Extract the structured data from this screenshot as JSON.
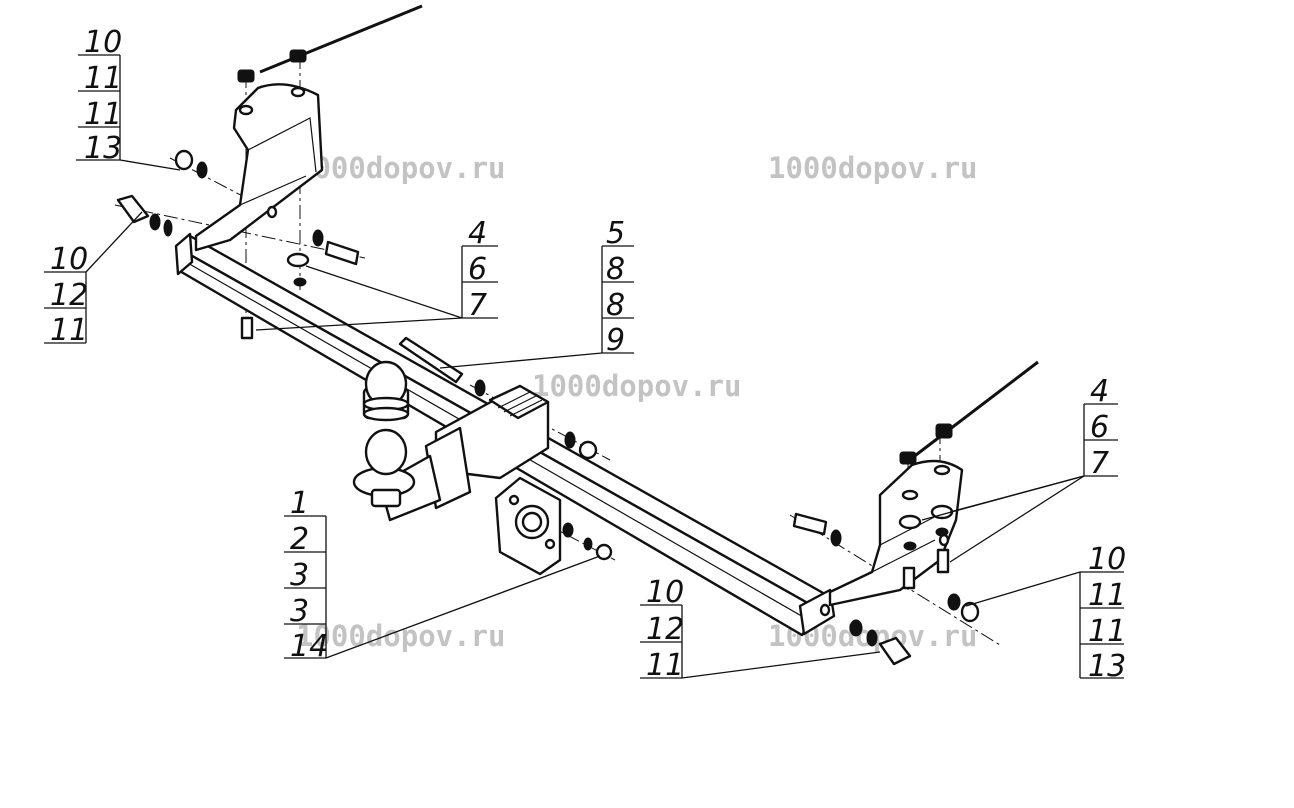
{
  "watermarks": [
    {
      "text": "1000dopov.ru"
    },
    {
      "text": "1000dopov.ru"
    },
    {
      "text": "1000dopov.ru"
    },
    {
      "text": "1000dopov.ru"
    },
    {
      "text": "1000dopov.ru"
    }
  ],
  "callouts": [
    {
      "id": "top-left-nut-stack",
      "labels": [
        "10",
        "11",
        "11",
        "13"
      ]
    },
    {
      "id": "left-bolt-stack",
      "labels": [
        "10",
        "12",
        "11"
      ]
    },
    {
      "id": "upper-center-bracket-bolt",
      "labels": [
        "4",
        "6",
        "7"
      ]
    },
    {
      "id": "center-pin-stack",
      "labels": [
        "5",
        "8",
        "8",
        "9"
      ]
    },
    {
      "id": "ball-mount-stack",
      "labels": [
        "1",
        "2",
        "3",
        "3",
        "14"
      ]
    },
    {
      "id": "bottom-center-bolt-stack",
      "labels": [
        "10",
        "12",
        "11"
      ]
    },
    {
      "id": "right-bracket-bolt",
      "labels": [
        "4",
        "6",
        "7"
      ]
    },
    {
      "id": "right-nut-stack",
      "labels": [
        "10",
        "11",
        "11",
        "13"
      ]
    }
  ],
  "colors": {
    "line": "#111111",
    "watermark": "#b9b9b9",
    "background": "#ffffff"
  }
}
